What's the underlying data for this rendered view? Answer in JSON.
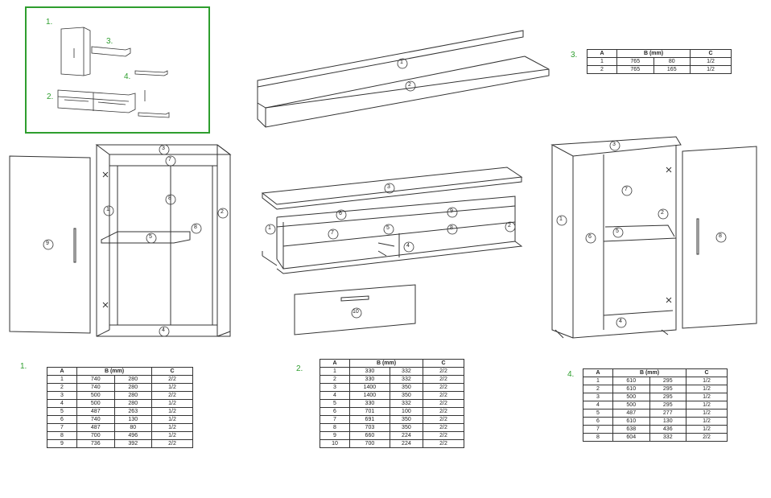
{
  "overview": {
    "labels": [
      "1.",
      "2.",
      "3.",
      "4."
    ]
  },
  "section_labels": {
    "t1": "1.",
    "t2": "2.",
    "t3": "3.",
    "t4": "4."
  },
  "callouts": {
    "shelf": [
      "1",
      "2"
    ],
    "tall_cabinet": [
      "1",
      "2",
      "3",
      "4",
      "5",
      "6",
      "7",
      "8",
      "9"
    ],
    "low_unit": [
      "1",
      "2",
      "3",
      "4",
      "5",
      "6",
      "7",
      "8",
      "9",
      "10"
    ],
    "small_cabinet": [
      "1",
      "2",
      "3",
      "4",
      "5",
      "6",
      "7",
      "8"
    ]
  },
  "tables": {
    "t1": {
      "headers": [
        "A",
        "B (mm)",
        "C"
      ],
      "rows": [
        [
          "1",
          "740",
          "280",
          "2/2"
        ],
        [
          "2",
          "740",
          "280",
          "1/2"
        ],
        [
          "3",
          "500",
          "280",
          "2/2"
        ],
        [
          "4",
          "500",
          "280",
          "1/2"
        ],
        [
          "5",
          "487",
          "263",
          "1/2"
        ],
        [
          "6",
          "740",
          "130",
          "1/2"
        ],
        [
          "7",
          "487",
          "80",
          "1/2"
        ],
        [
          "8",
          "700",
          "496",
          "1/2"
        ],
        [
          "9",
          "736",
          "392",
          "2/2"
        ]
      ]
    },
    "t2": {
      "headers": [
        "A",
        "B (mm)",
        "C"
      ],
      "rows": [
        [
          "1",
          "330",
          "332",
          "2/2"
        ],
        [
          "2",
          "330",
          "332",
          "2/2"
        ],
        [
          "3",
          "1400",
          "350",
          "2/2"
        ],
        [
          "4",
          "1400",
          "350",
          "2/2"
        ],
        [
          "5",
          "330",
          "332",
          "2/2"
        ],
        [
          "6",
          "701",
          "100",
          "2/2"
        ],
        [
          "7",
          "691",
          "350",
          "2/2"
        ],
        [
          "8",
          "703",
          "350",
          "2/2"
        ],
        [
          "9",
          "660",
          "224",
          "2/2"
        ],
        [
          "10",
          "700",
          "224",
          "2/2"
        ]
      ]
    },
    "t3": {
      "headers": [
        "A",
        "B (mm)",
        "C"
      ],
      "rows": [
        [
          "1",
          "765",
          "80",
          "1/2"
        ],
        [
          "2",
          "765",
          "165",
          "1/2"
        ]
      ]
    },
    "t4": {
      "headers": [
        "A",
        "B (mm)",
        "C"
      ],
      "rows": [
        [
          "1",
          "610",
          "295",
          "1/2"
        ],
        [
          "2",
          "610",
          "295",
          "1/2"
        ],
        [
          "3",
          "500",
          "295",
          "1/2"
        ],
        [
          "4",
          "500",
          "295",
          "1/2"
        ],
        [
          "5",
          "487",
          "277",
          "1/2"
        ],
        [
          "6",
          "610",
          "130",
          "1/2"
        ],
        [
          "7",
          "638",
          "436",
          "1/2"
        ],
        [
          "8",
          "604",
          "332",
          "2/2"
        ]
      ]
    }
  },
  "colors": {
    "accent_green": "#2e9e2e",
    "line": "#333333"
  }
}
